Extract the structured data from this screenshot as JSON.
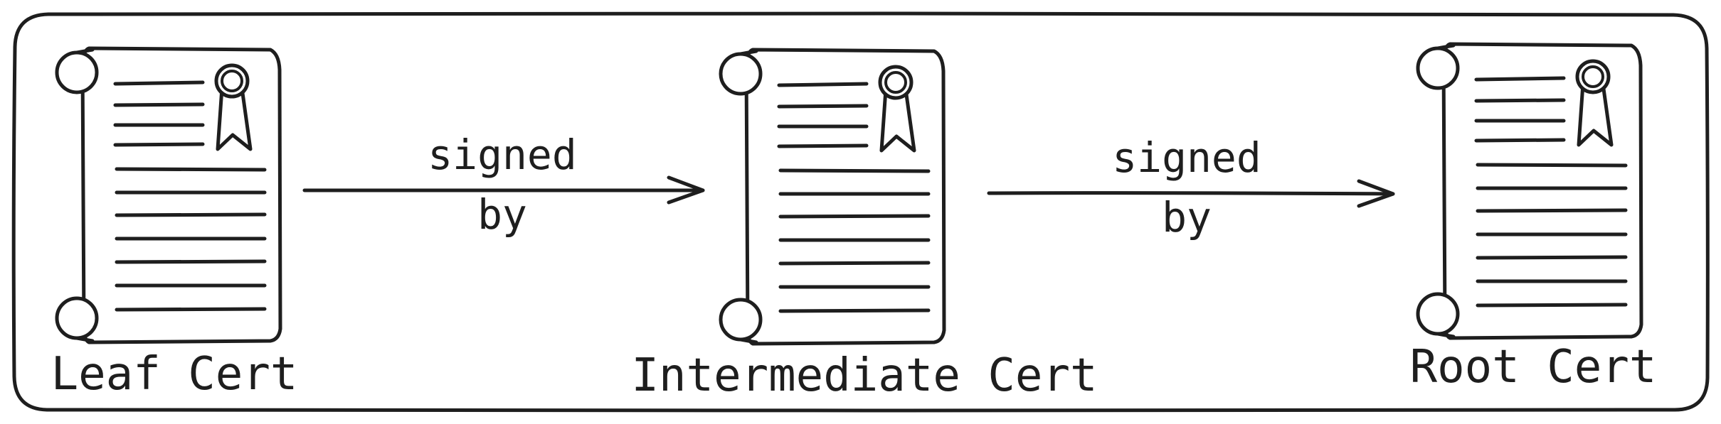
{
  "diagram": {
    "nodes": [
      {
        "id": "leaf",
        "label": "Leaf Cert",
        "icon": "certificate-scroll-icon"
      },
      {
        "id": "intermediate",
        "label": "Intermediate Cert",
        "icon": "certificate-scroll-icon"
      },
      {
        "id": "root",
        "label": "Root Cert",
        "icon": "certificate-scroll-icon"
      }
    ],
    "edges": [
      {
        "from": "leaf",
        "to": "intermediate",
        "label_line1": "signed",
        "label_line2": "by"
      },
      {
        "from": "intermediate",
        "to": "root",
        "label_line1": "signed",
        "label_line2": "by"
      }
    ],
    "colors": {
      "stroke": "#1e1e1e",
      "background": "#ffffff"
    }
  }
}
